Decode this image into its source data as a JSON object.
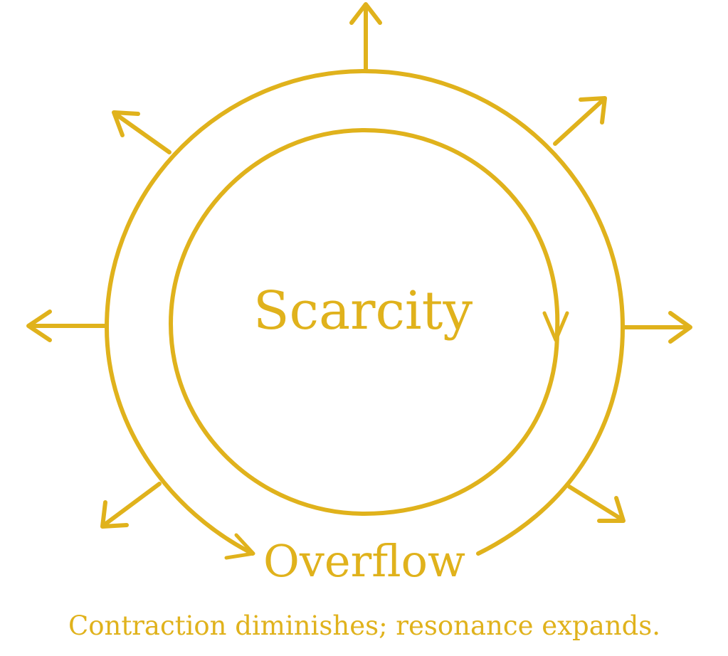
{
  "diagram": {
    "center_label": "Scarcity",
    "outer_label": "Overflow",
    "caption": "Contraction diminishes; resonance expands."
  },
  "colors": {
    "gold": "#E0B21C",
    "gold_dark": "#C99A0E",
    "background": "#FFFFFF"
  },
  "icons": {
    "arrow": "arrow-icon",
    "cycle": "cycle-arrow-icon"
  }
}
